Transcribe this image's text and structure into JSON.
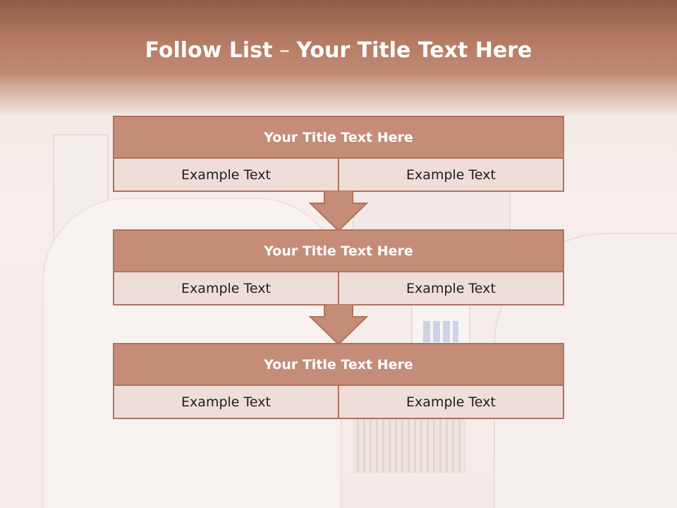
{
  "slide": {
    "title_bold": "Follow List",
    "title_separator": " – ",
    "title_rest": "Your Title Text Here",
    "blocks": [
      {
        "heading": "Your Title Text Here",
        "cells": [
          "Example Text",
          "Example Text"
        ]
      },
      {
        "heading": "Your Title Text Here",
        "cells": [
          "Example Text",
          "Example Text"
        ]
      },
      {
        "heading": "Your Title Text Here",
        "cells": [
          "Example Text",
          "Example Text"
        ]
      }
    ]
  },
  "colors": {
    "header_dark": "#8f5b48",
    "block_head": "#c58c78",
    "block_cell": "#efddda",
    "border": "#b2725c",
    "arrow_fill": "#c58c78"
  }
}
